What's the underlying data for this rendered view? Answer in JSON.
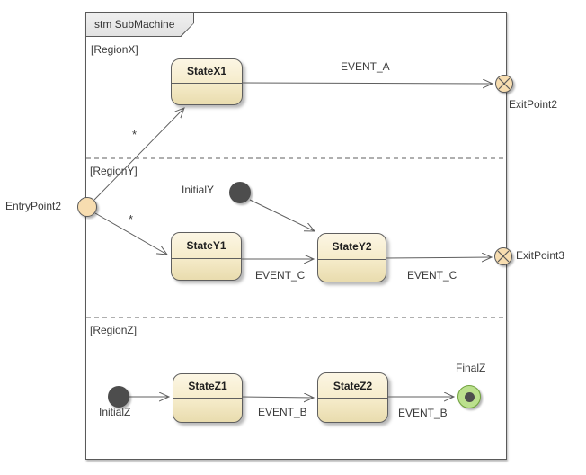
{
  "diagram": {
    "title": "stm SubMachine",
    "type_hint": "uml-state-machine",
    "regions": [
      {
        "label": "[RegionX]"
      },
      {
        "label": "[RegionY]"
      },
      {
        "label": "[RegionZ]"
      }
    ],
    "states": {
      "x1": {
        "name": "StateX1"
      },
      "y1": {
        "name": "StateY1"
      },
      "y2": {
        "name": "StateY2"
      },
      "z1": {
        "name": "StateZ1"
      },
      "z2": {
        "name": "StateZ2"
      }
    },
    "nodes": {
      "entry2": {
        "label": "EntryPoint2",
        "kind": "entry-point"
      },
      "exit2": {
        "label": "ExitPoint2",
        "kind": "exit-point"
      },
      "exit3": {
        "label": "ExitPoint3",
        "kind": "exit-point"
      },
      "initial_y": {
        "label": "InitialY",
        "kind": "initial"
      },
      "initial_z": {
        "label": "InitialZ",
        "kind": "initial"
      },
      "final_z": {
        "label": "FinalZ",
        "kind": "final"
      }
    },
    "transitions": {
      "x1_to_exit2": {
        "label": "EVENT_A"
      },
      "entry_to_x1": {
        "label": "*"
      },
      "entry_to_y1": {
        "label": "*"
      },
      "y1_to_y2": {
        "label": "EVENT_C"
      },
      "y2_to_exit3": {
        "label": "EVENT_C"
      },
      "initz_to_z1": {
        "label": ""
      },
      "z1_to_z2": {
        "label": "EVENT_B"
      },
      "z2_to_final": {
        "label": "EVENT_B"
      },
      "inity_to_y2": {
        "label": ""
      }
    },
    "colors": {
      "state_fill_top": "#fcf6e4",
      "state_fill_bottom": "#e9dcae",
      "state_border": "#5f5f5f",
      "connector_fill": "#f7ddb0",
      "initial_fill": "#4d4d4d",
      "final_fill": "#bbe08d",
      "final_border": "#6fa13c",
      "line": "#5f5f5f",
      "frame_border": "#5a5a5a",
      "tab_fill": "#e8e8e8",
      "text": "#3a3a3a"
    }
  }
}
